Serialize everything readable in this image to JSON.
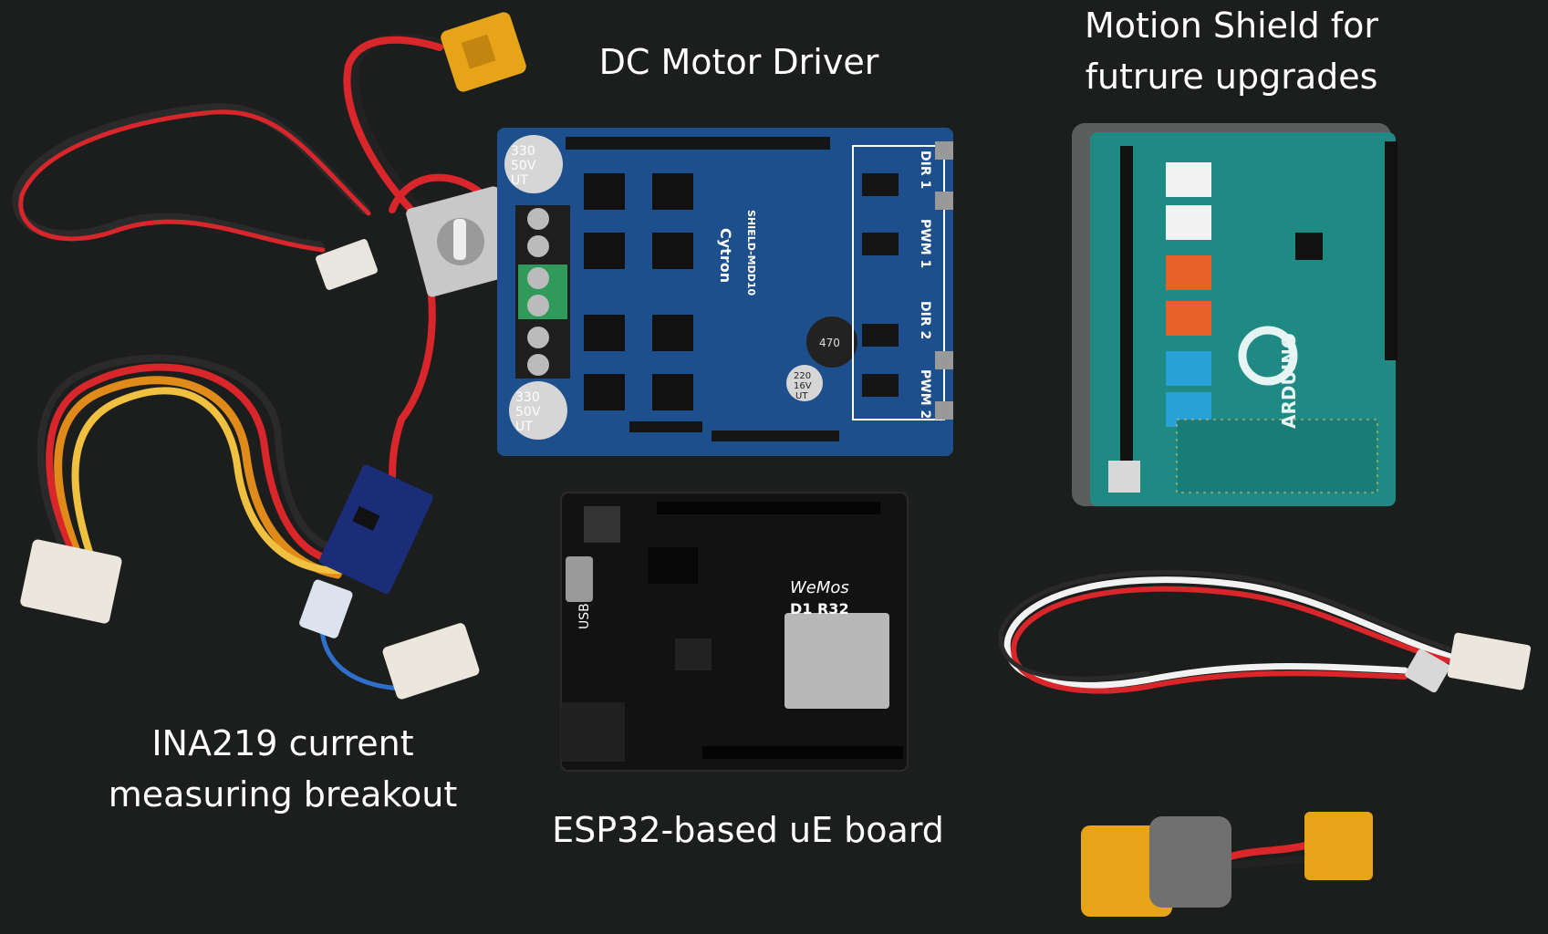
{
  "captions": {
    "motor_driver": "DC Motor Driver",
    "motion_shield_line1": "Motion Shield for",
    "motion_shield_line2": "futrure upgrades",
    "ina219_line1": "INA219 current",
    "ina219_line2": "measuring breakout",
    "esp32": "ESP32-based uE board"
  },
  "board_print": {
    "cap_top": [
      "330",
      "50V",
      "UT"
    ],
    "cap_bottom": [
      "330",
      "50V",
      "UT"
    ],
    "cytron": "Cytron",
    "mdd10": "SHIELD-MDD10",
    "dir1": "DIR 1",
    "pwm1": "PWM 1",
    "dir2": "DIR 2",
    "pwm2": "PWM 2",
    "inductor": "470",
    "cap_small": [
      "220",
      "16V",
      "UT"
    ],
    "wemos": "WeMos",
    "d1r32": "D1 R32",
    "usb": "USB",
    "arduino": "ARDUINO"
  },
  "colors": {
    "background": "#1c1e1d",
    "caption": "#ffffff",
    "motor_pcb": "#1d4f8c",
    "esp_pcb": "#121212",
    "shield_pcb": "#1f8a84",
    "connector_yellow": "#e8a418",
    "wire_red": "#d8262a",
    "wire_black": "#222222"
  }
}
